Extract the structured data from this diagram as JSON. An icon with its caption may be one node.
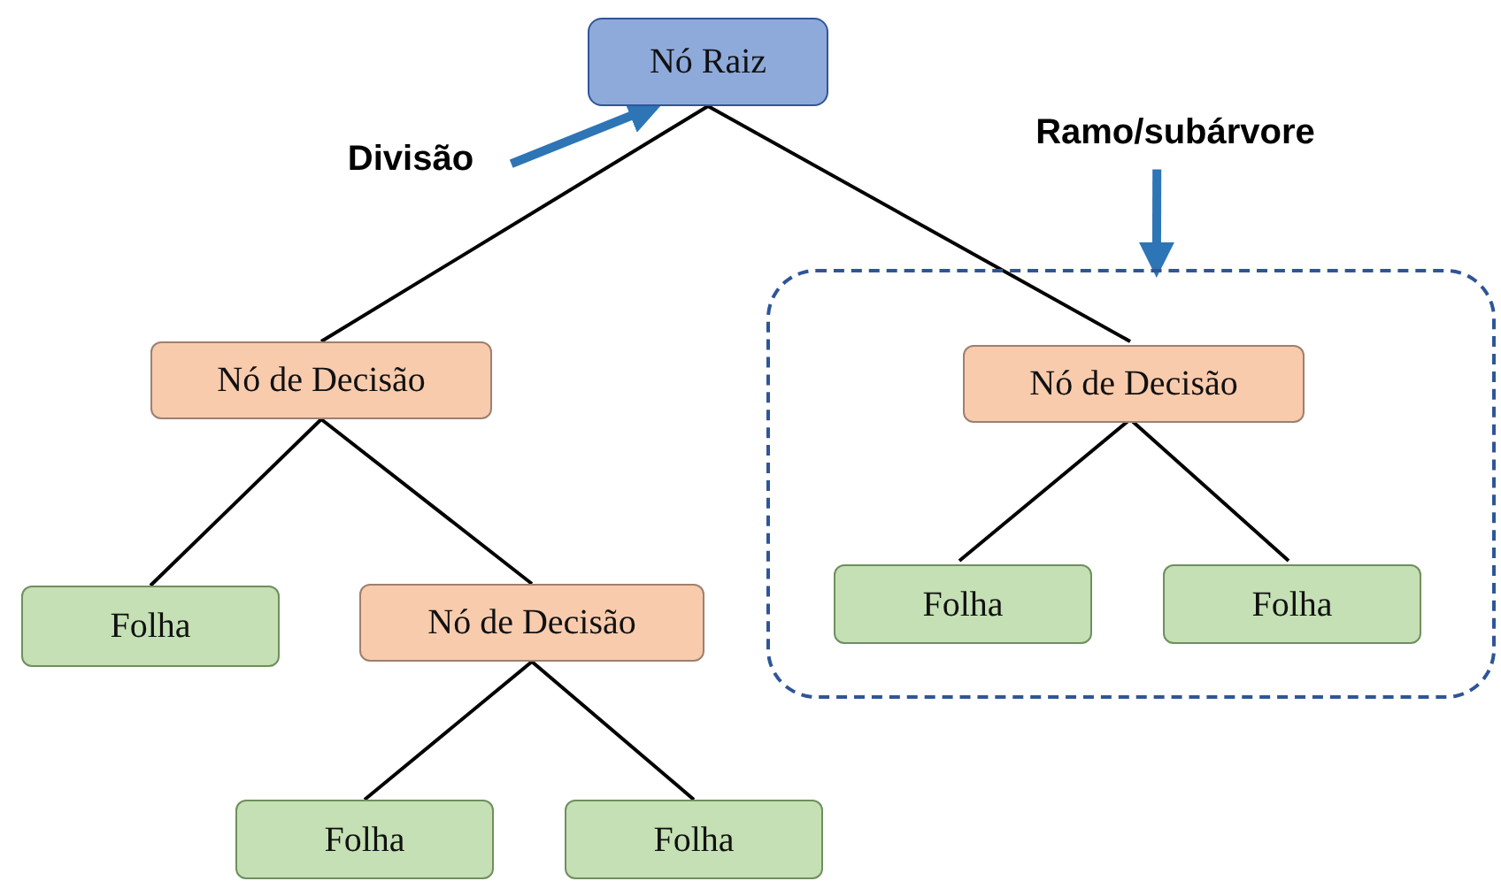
{
  "diagram": {
    "nodes": [
      {
        "text": [
          "Nó Raiz"
        ]
      },
      {
        "text": [
          "Divisão"
        ]
      },
      {
        "text": [
          "Ramo/subárvore"
        ]
      },
      {
        "text": [
          "Nó de Decisão"
        ]
      },
      {
        "text": [],
        "shape": "box"
      },
      {
        "text": [
          "Nó de Decisão"
        ],
        "in": 4
      },
      {
        "text": [
          "Folha"
        ]
      },
      {
        "text": [
          "Nó de Decisão"
        ]
      },
      {
        "text": [
          "Folha"
        ],
        "in": 4
      },
      {
        "text": [
          "Folha"
        ],
        "in": 4
      },
      {
        "text": [
          "Folha"
        ]
      },
      {
        "text": [
          "Folha"
        ]
      }
    ],
    "edges": [
      {
        "from": 0,
        "to": 3,
        "arrow": "none"
      },
      {
        "from": 0,
        "to": 5,
        "arrow": "none"
      },
      {
        "from": 3,
        "to": 6,
        "arrow": "none"
      },
      {
        "from": 3,
        "to": 7,
        "arrow": "none"
      },
      {
        "from": 5,
        "to": 8,
        "arrow": "none"
      },
      {
        "from": 5,
        "to": 9,
        "arrow": "none"
      },
      {
        "from": 7,
        "to": 10,
        "arrow": "none"
      },
      {
        "from": 7,
        "to": 11,
        "arrow": "none"
      },
      {
        "from": 1,
        "to": 0,
        "arrow": "to",
        "style": "thick",
        "color": "#2e75b6"
      },
      {
        "from": 2,
        "to": 4,
        "arrow": "to",
        "style": "thick",
        "color": "#2e75b6"
      }
    ]
  }
}
